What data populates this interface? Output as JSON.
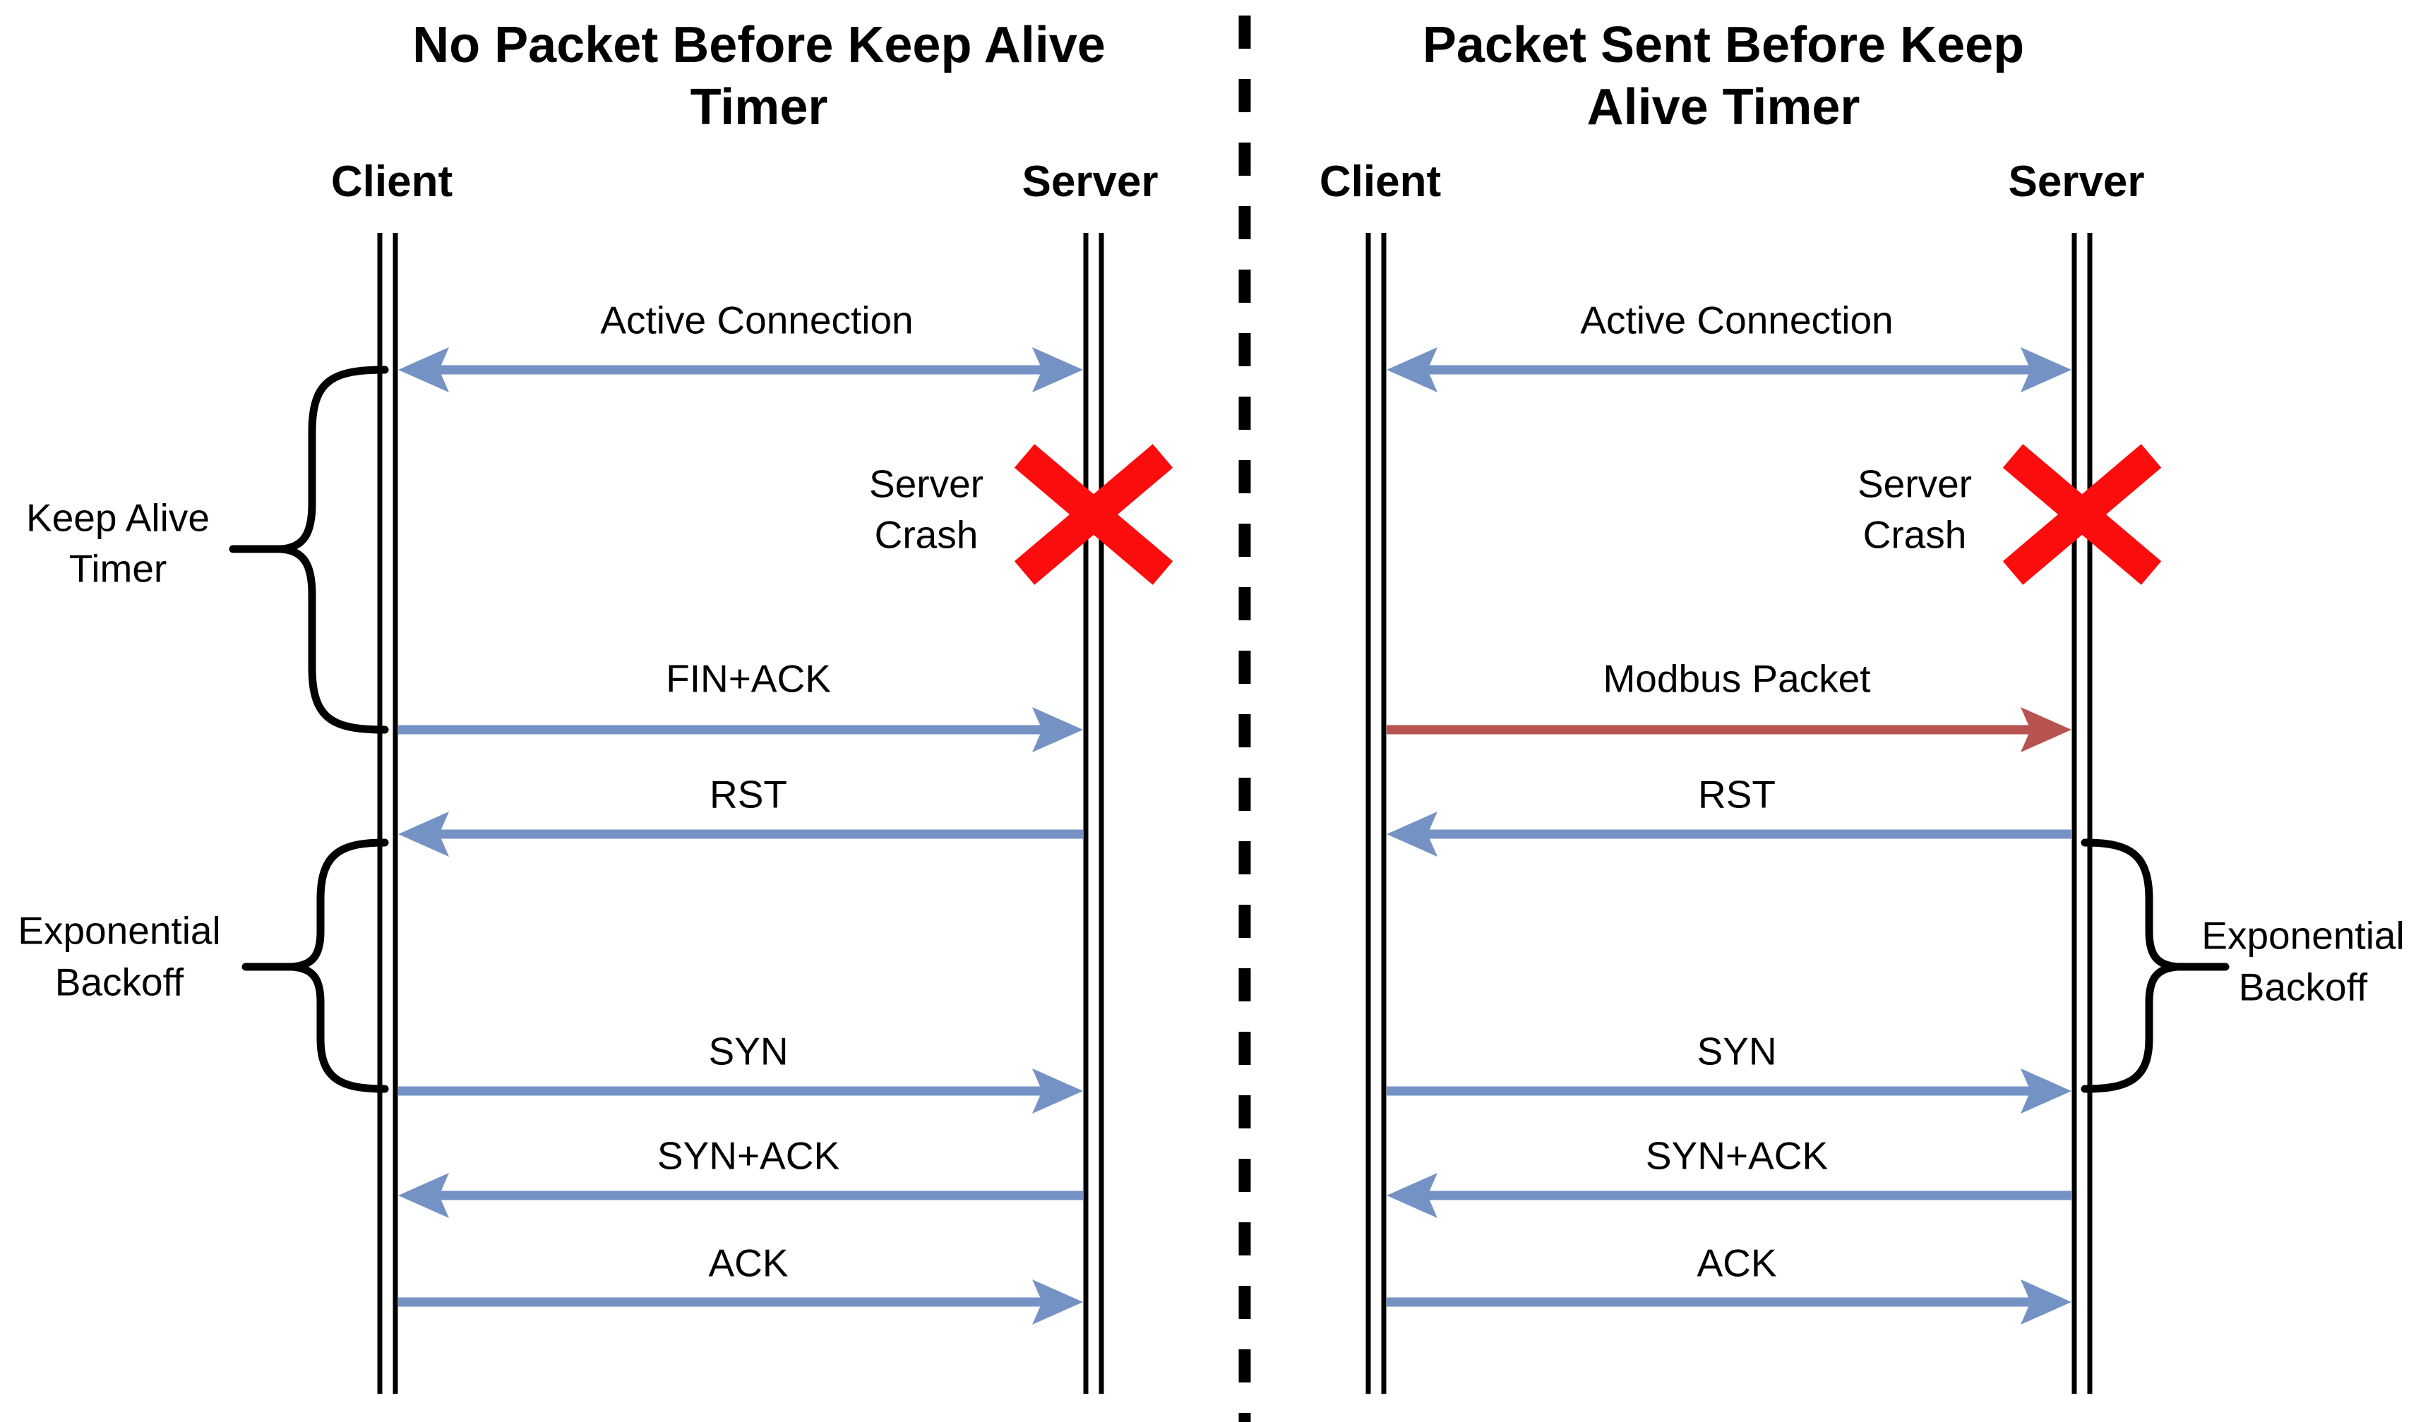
{
  "colors": {
    "arrow_blue": "#7492C4",
    "arrow_red": "#B85450",
    "crash_red": "#FB0D0D",
    "line_black": "#000000"
  },
  "panels": [
    {
      "title_line1": "No Packet Before Keep Alive",
      "title_line2": "Timer",
      "client_label": "Client",
      "server_label": "Server",
      "messages": {
        "active_connection": "Active Connection",
        "crash_line1": "Server",
        "crash_line2": "Crash",
        "timeout_msg": "FIN+ACK",
        "rst": "RST",
        "syn": "SYN",
        "syn_ack": "SYN+ACK",
        "ack": "ACK"
      },
      "keep_alive_brace": {
        "line1": "Keep Alive",
        "line2": "Timer"
      },
      "backoff_brace": {
        "line1": "Exponential",
        "line2": "Backoff"
      }
    },
    {
      "title_line1": "Packet Sent Before Keep",
      "title_line2": "Alive Timer",
      "client_label": "Client",
      "server_label": "Server",
      "messages": {
        "active_connection": "Active Connection",
        "crash_line1": "Server",
        "crash_line2": "Crash",
        "timeout_msg": "Modbus Packet",
        "rst": "RST",
        "syn": "SYN",
        "syn_ack": "SYN+ACK",
        "ack": "ACK"
      },
      "backoff_brace": {
        "line1": "Exponential",
        "line2": "Backoff"
      }
    }
  ]
}
